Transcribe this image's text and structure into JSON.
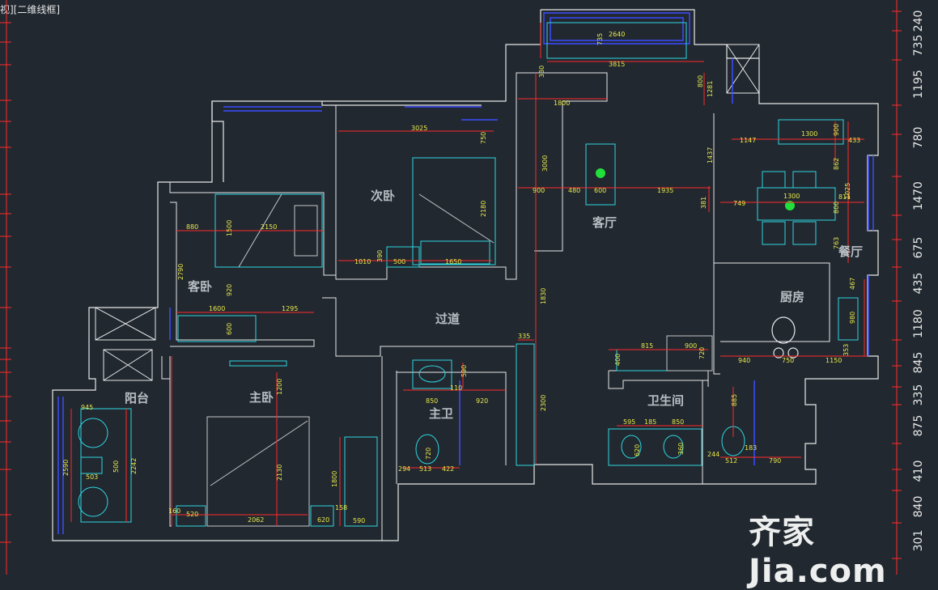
{
  "viewport_label": "视][二维线框]",
  "watermark": "齐家Jia.com",
  "colors": {
    "background": "#212830",
    "wall": "#e8e8e8",
    "dimension_line": "#ff2a2a",
    "dimension_text": "#e8e84a",
    "furniture": "#2fd6e0",
    "window": "#3a4cff",
    "accent_green": "#22e03a"
  },
  "rooms": {
    "second_bedroom": "次卧",
    "guest_bedroom": "客卧",
    "living_room": "客厅",
    "dining_room": "餐厅",
    "kitchen": "厨房",
    "corridor": "过道",
    "master_bedroom": "主卧",
    "master_bath": "主卫",
    "bathroom": "卫生间",
    "balcony": "阳台"
  },
  "dimensions": {
    "d2640": "2640",
    "d735": "735",
    "d3815": "3815",
    "d330": "330",
    "d800": "800",
    "d1281": "1281",
    "d1800": "1800",
    "d3025": "3025",
    "d750": "750",
    "d2180": "2180",
    "d1010": "1010",
    "d500": "500",
    "d1650": "1650",
    "d390": "390",
    "d3000": "3000",
    "d900": "900",
    "d480": "480",
    "d600": "600",
    "d1935": "1935",
    "d1300": "1300",
    "d1147": "1147",
    "d900b": "900",
    "d433": "433",
    "d862": "862",
    "d1437": "1437",
    "d381": "381",
    "d749": "749",
    "d1300b": "1300",
    "d811": "811",
    "d800b": "800",
    "d763": "763",
    "d1025": "1025",
    "d880": "880",
    "d1500": "1500",
    "d2150": "2150",
    "d2790": "2790",
    "d920": "920",
    "d1600": "1600",
    "d1295": "1295",
    "d600b": "600",
    "d1830": "1830",
    "d335": "335",
    "d590": "590",
    "d110": "110",
    "d850": "850",
    "d920b": "920",
    "d2300": "2300",
    "d1200": "1200",
    "d400": "400",
    "d815": "815",
    "d900c": "900",
    "d720": "720",
    "d940": "940",
    "d750b": "750",
    "d1150": "1150",
    "d353": "353",
    "d467": "467",
    "d980": "980",
    "d945": "945",
    "d2590": "2590",
    "d500b": "500",
    "d2242": "2242",
    "d503": "503",
    "d160": "160",
    "d520": "520",
    "d2062": "2062",
    "d2130": "2130",
    "d620": "620",
    "d1800b": "1800",
    "d158": "158",
    "d590b": "590",
    "d294": "294",
    "d513": "513",
    "d422": "422",
    "d720b": "720",
    "d595": "595",
    "d185": "185",
    "d850b": "850",
    "d885": "885",
    "d244": "244",
    "d512": "512",
    "d183": "183",
    "d790": "790",
    "d360": "360",
    "d620b": "620"
  },
  "right_ruler": [
    "240",
    "735",
    "1195",
    "780",
    "1470",
    "675",
    "435",
    "1180",
    "845",
    "335",
    "875",
    "410",
    "840",
    "301"
  ]
}
